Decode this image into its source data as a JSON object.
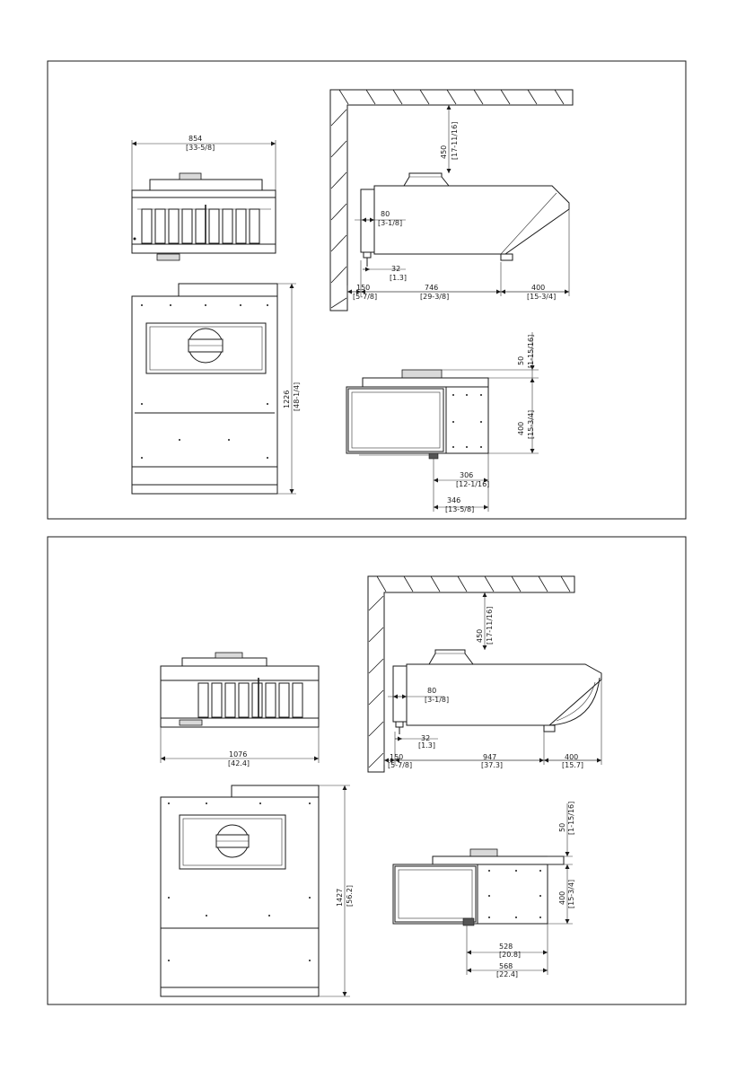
{
  "panel1": {
    "front_width": {
      "value": "854",
      "imperial": "[33-5/8]"
    },
    "plan_depth": {
      "value": "1226",
      "imperial": "[48-1/4]"
    },
    "ceiling_gap": {
      "value": "450",
      "imperial": "[17-11/16]"
    },
    "box_width": {
      "value": "80",
      "imperial": "[3-1/8]"
    },
    "drain_offset": {
      "value": "32",
      "imperial": "[1.3]"
    },
    "wall_offset": {
      "value": "150",
      "imperial": "[5-7/8]"
    },
    "hood_length": {
      "value": "746",
      "imperial": "[29-3/8]"
    },
    "overhang": {
      "value": "400",
      "imperial": "[15-3/4]"
    },
    "collar_height": {
      "value": "50",
      "imperial": "[1-15/16]"
    },
    "body_height": {
      "value": "400",
      "imperial": "[15-3/4]"
    },
    "outlet_a": {
      "value": "306",
      "imperial": "[12-1/16]"
    },
    "outlet_b": {
      "value": "346",
      "imperial": "[13-5/8]"
    }
  },
  "panel2": {
    "front_width": {
      "value": "1076",
      "imperial": "[42.4]"
    },
    "plan_depth": {
      "value": "1427",
      "imperial": "[56.2]"
    },
    "ceiling_gap": {
      "value": "450",
      "imperial": "[17-11/16]"
    },
    "box_width": {
      "value": "80",
      "imperial": "[3-1/8]"
    },
    "drain_offset": {
      "value": "32",
      "imperial": "[1.3]"
    },
    "wall_offset": {
      "value": "150",
      "imperial": "[5-7/8]"
    },
    "hood_length": {
      "value": "947",
      "imperial": "[37.3]"
    },
    "overhang": {
      "value": "400",
      "imperial": "[15.7]"
    },
    "collar_height": {
      "value": "50",
      "imperial": "[1-15/16]"
    },
    "body_height": {
      "value": "400",
      "imperial": "[15-3/4]"
    },
    "outlet_a": {
      "value": "528",
      "imperial": "[20.8]"
    },
    "outlet_b": {
      "value": "568",
      "imperial": "[22.4]"
    }
  }
}
